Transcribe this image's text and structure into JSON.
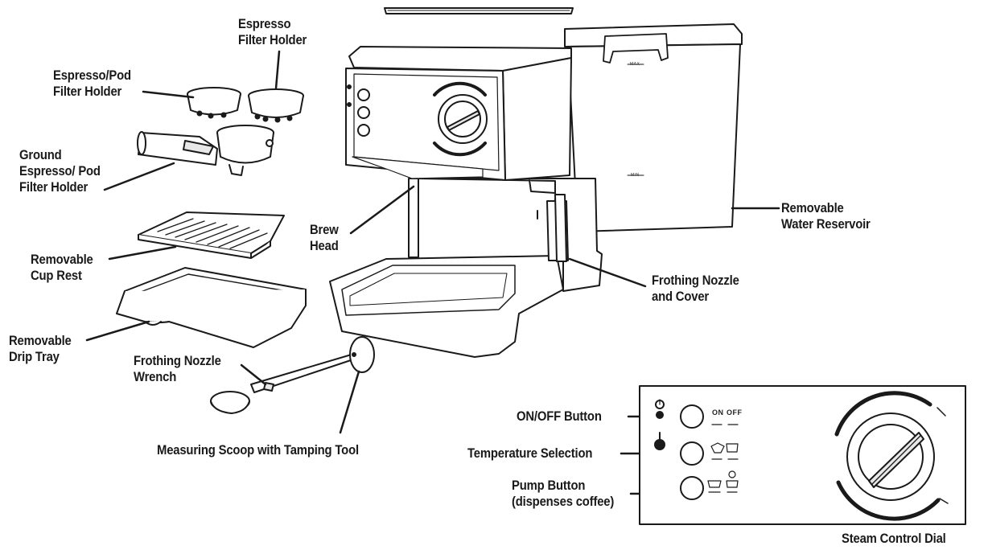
{
  "labels": {
    "espresso_filter_holder": [
      "Espresso",
      "Filter Holder"
    ],
    "espresso_pod_filter_holder": [
      "Espresso/Pod",
      "Filter Holder"
    ],
    "ground_espresso_pod_filter_holder": [
      "Ground",
      "Espresso/ Pod",
      "Filter Holder"
    ],
    "removable_cup_rest": [
      "Removable",
      "Cup Rest"
    ],
    "removable_drip_tray": [
      "Removable",
      "Drip Tray"
    ],
    "frothing_nozzle_wrench": [
      "Frothing Nozzle",
      "Wrench"
    ],
    "measuring_scoop": "Measuring Scoop with Tamping Tool",
    "brew_head": [
      "Brew",
      "Head"
    ],
    "removable_water_reservoir": [
      "Removable",
      "Water Reservoir"
    ],
    "frothing_nozzle_and_cover": [
      "Frothing Nozzle",
      "and Cover"
    ],
    "on_off_button": "ON/OFF Button",
    "temperature_selection": "Temperature Selection",
    "pump_button": [
      "Pump Button",
      "(dispenses coffee)"
    ],
    "steam_control_dial": "Steam Control Dial"
  },
  "panel_text": {
    "on": "ON",
    "off": "OFF",
    "max": "MAX",
    "min": "MIN"
  },
  "colors": {
    "line": "#1a1a1a",
    "fill": "#ffffff",
    "shade": "#e8e8e8"
  }
}
